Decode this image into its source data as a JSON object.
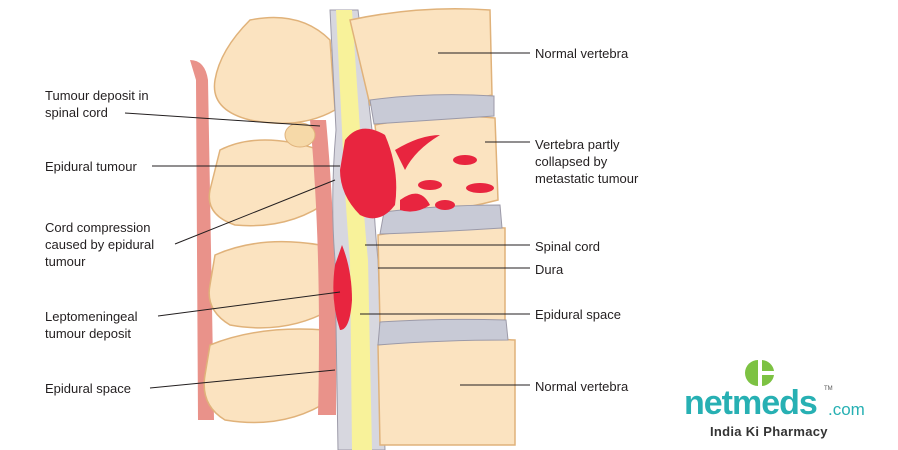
{
  "labels_left": [
    "Tumour deposit in\nspinal cord",
    "Epidural tumour",
    "Cord compression\ncaused by epidural\ntumour",
    "Leptomeningeal\ntumour deposit",
    "Epidural space"
  ],
  "labels_right": [
    "Normal vertebra",
    "Vertebra partly\ncollapsed by\nmetastatic tumour",
    "Spinal cord",
    "Dura",
    "Epidural space",
    "Normal vertebra"
  ],
  "logo": {
    "word": "netmeds",
    "suffix": ".com",
    "tm": "TM",
    "tagline": "India Ki Pharmacy"
  },
  "colors": {
    "bone": "#fbe3c0",
    "bone_dark": "#f2c992",
    "disc": "#c8cad6",
    "cord": "#f8f29a",
    "tumour": "#e8253f",
    "ligament": "#e9928a",
    "brand": "#27b0b3",
    "brand_green": "#7dc243"
  }
}
